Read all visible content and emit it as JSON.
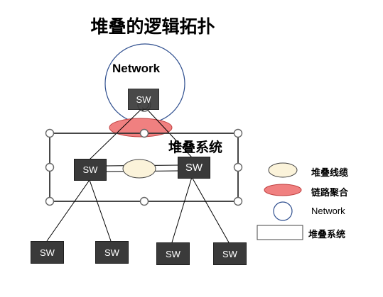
{
  "title": "堆叠的逻辑拓扑",
  "network_label": "Network",
  "stack_system_label": "堆叠系统",
  "switches": {
    "core": "SW",
    "stack_left": "SW",
    "stack_right": "SW",
    "access": [
      "SW",
      "SW",
      "SW",
      "SW"
    ]
  },
  "legend": {
    "stack_cable": "堆叠线缆",
    "link_aggregation": "链路聚合",
    "network": "Network",
    "stack_system": "堆叠系统"
  },
  "colors": {
    "stack_cable_fill": "#fbf3da",
    "link_agg_fill": "#f08080",
    "switch_fill": "#3a3a3a",
    "network_circle_stroke": "#2f4f8f",
    "handle_stroke": "#666666"
  }
}
